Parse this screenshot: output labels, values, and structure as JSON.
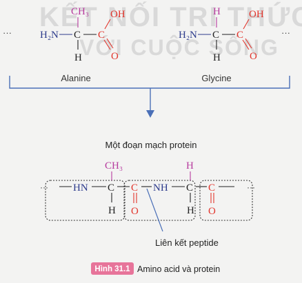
{
  "watermark": {
    "line1": "KẾT NỐI TRI THỨC",
    "line2": "VỚI CUỘC SỐNG"
  },
  "ellipsis": "···",
  "alanine": {
    "name": "Alanine",
    "amine": "H₂N",
    "alpha_c": "C",
    "side_group": "CH₃",
    "alpha_h": "H",
    "carboxyl_c": "C",
    "hydroxyl": "OH",
    "carbonyl_o": "O"
  },
  "glycine": {
    "name": "Glycine",
    "amine": "H₂N",
    "alpha_c": "C",
    "side_group": "H",
    "alpha_h": "H",
    "carboxyl_c": "C",
    "hydroxyl": "OH",
    "carbonyl_o": "O"
  },
  "protein_title": "Một đoạn mạch protein",
  "chain": {
    "hn": "HN",
    "c1": "C",
    "ch3": "CH₃",
    "h1": "H",
    "c2": "C",
    "o1": "O",
    "nh": "NH",
    "c3": "C",
    "h_top": "H",
    "h2": "H",
    "c4": "C",
    "o2": "O"
  },
  "peptide_bond_label": "Liên kết peptide",
  "caption": {
    "badge": "Hình 31.1",
    "text": "Amino acid và protein"
  },
  "colors": {
    "amine": "#2d3b8c",
    "carboxyl": "#e2342b",
    "side_group": "#b63a9e",
    "bracket": "#4a6fb7",
    "badge": "#e7749a"
  }
}
